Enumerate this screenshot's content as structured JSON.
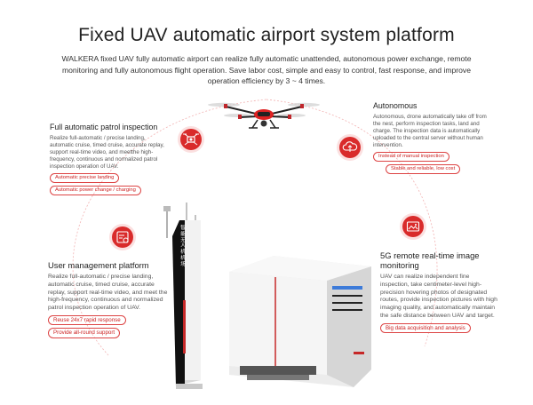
{
  "title": "Fixed UAV automatic airport system platform",
  "intro": "WALKERA fixed UAV fully automatic airport can realize fully automatic unattended, autonomous power exchange, remote monitoring and fully autonomous flight operation. Save labor cost, simple and easy to control, fast response, and improve operation efficiency by 3 ~ 4 times.",
  "features": {
    "patrol": {
      "title": "Full automatic patrol inspection",
      "body": "Realize full-automatic / precise landing, automatic cruise, timed cruise, accurate replay, support real-time video, and meetthe high-frequency, continuous and normalized patrol inspection operation of UAV.",
      "tags": [
        "Automatic precise landing",
        "Automatic power change / charging"
      ]
    },
    "autonomous": {
      "title": "Autonomous",
      "body": "Autonomous, drone automatically take off from the nest, perform inspection tasks, land and charge. The inspection data is automatically uploaded to the central server without human intervention.",
      "tags": [
        "Instead of manual inspection",
        "Stable and reliable, low cost"
      ]
    },
    "user": {
      "title": "User management platform",
      "body": "Realize full-automatic / precise landing, automatic cruise, timed cruise, accurate replay, support real-time video, and meet the high-frequency, continuous and normalized patrol inspection operation of UAV.",
      "tags": [
        "Reuse 24x7 rapid response",
        "Provide all-round support"
      ]
    },
    "image": {
      "title": "5G remote real-time image monitoring",
      "body": "UAV can realize independent fine inspection, take centimeter-level high-precision hovering photos of designated routes, provide inspection pictures with high imaging quality, and automatically maintain the safe distance between UAV and target.",
      "tags": [
        "Big data acquisition and analysis"
      ]
    }
  },
  "tower_label": "智能无人机机场",
  "icons": {
    "patrol": "drone-patrol-icon",
    "autonomous": "cloud-sync-icon",
    "user": "user-management-icon",
    "image": "image-monitor-icon"
  },
  "colors": {
    "accent": "#d92b2b",
    "tag_border": "#dd4444",
    "text": "#333333"
  }
}
